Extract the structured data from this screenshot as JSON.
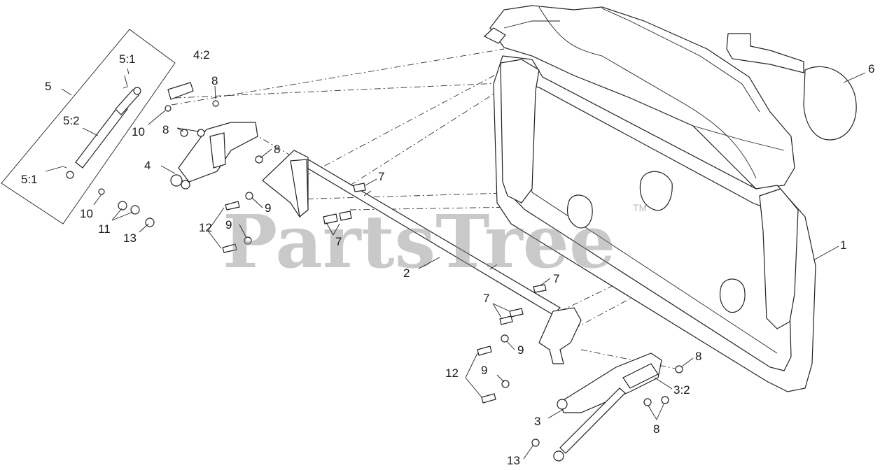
{
  "watermark": {
    "text": "PartsTree",
    "trademark": "TM"
  },
  "callouts": {
    "c1": "1",
    "c2": "2",
    "c3": "3",
    "c3_2": "3:2",
    "c4": "4",
    "c4_2": "4:2",
    "c5": "5",
    "c5_1_top": "5:1",
    "c5_1_bottom": "5:1",
    "c5_2": "5:2",
    "c6": "6",
    "c7_a": "7",
    "c7_b": "7",
    "c7_c": "7",
    "c7_d": "7",
    "c8_a": "8",
    "c8_b": "8",
    "c8_c": "8",
    "c8_d": "8",
    "c8_e": "8",
    "c9_a": "9",
    "c9_b": "9",
    "c9_c": "9",
    "c9_d": "9",
    "c10_a": "10",
    "c10_b": "10",
    "c11": "11",
    "c12_a": "12",
    "c12_b": "12",
    "c13_a": "13",
    "c13_b": "13"
  }
}
